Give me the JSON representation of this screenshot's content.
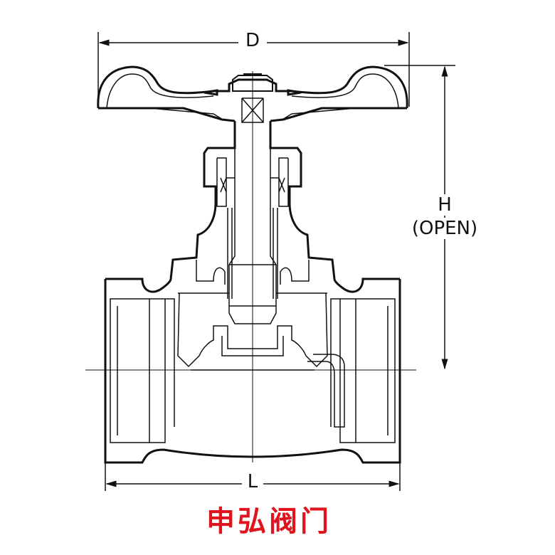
{
  "title": "Gate valve dimension drawing",
  "dimensions": {
    "d_label": "D",
    "h_label": "H",
    "h_note": "(OPEN)",
    "l_label": "L"
  },
  "brand": {
    "text": "申弘阀门",
    "color": "#e0141e"
  },
  "line_color": "#111111"
}
